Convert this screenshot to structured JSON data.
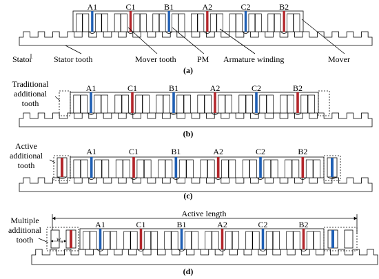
{
  "colors": {
    "pm_blue": "#1f5fb4",
    "pm_red": "#b3262b",
    "line": "#000000",
    "background": "#ffffff"
  },
  "phase_labels": [
    "A1",
    "C1",
    "B1",
    "A2",
    "C2",
    "B2"
  ],
  "panel_a": {
    "caption": "(a)",
    "callouts": {
      "stator": "Stator",
      "stator_tooth": "Stator tooth",
      "mover_tooth": "Mover tooth",
      "pm": "PM",
      "armature_winding": "Armature winding",
      "mover": "Mover"
    }
  },
  "panel_b": {
    "caption": "(b)",
    "label_line1": "Traditional",
    "label_line2": "additional",
    "label_line3": "tooth"
  },
  "panel_c": {
    "caption": "(c)",
    "label_line1": "Active",
    "label_line2": "additional",
    "label_line3": "tooth"
  },
  "panel_d": {
    "caption": "(d)",
    "label_line1": "Multiple",
    "label_line2": "additional",
    "label_line3": "tooth",
    "active_length": "Active length",
    "w_symbol": "w",
    "w_sub": "a"
  }
}
